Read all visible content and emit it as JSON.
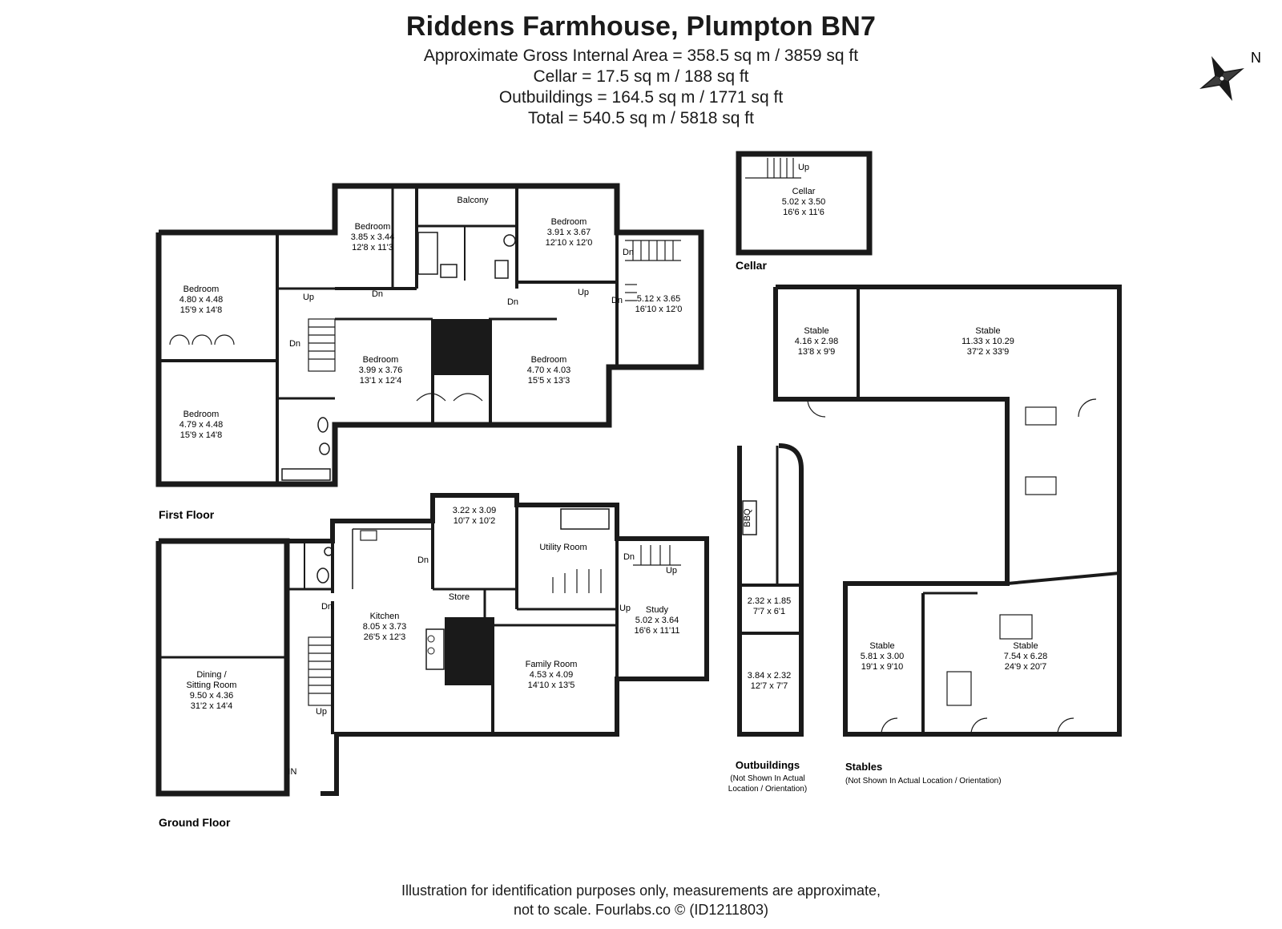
{
  "header": {
    "title": "Riddens Farmhouse, Plumpton BN7",
    "gross_area": "Approximate Gross Internal Area = 358.5 sq m / 3859 sq ft",
    "cellar_area": "Cellar = 17.5 sq m / 188 sq ft",
    "outbuildings_area": "Outbuildings = 164.5 sq m / 1771 sq ft",
    "total_area": "Total  = 540.5 sq m / 5818 sq ft"
  },
  "compass": {
    "label": "N"
  },
  "floors": {
    "first_floor": "First Floor",
    "ground_floor": "Ground Floor",
    "cellar": "Cellar",
    "outbuildings": "Outbuildings",
    "outbuildings_note_1": "(Not Shown In Actual",
    "outbuildings_note_2": "Location / Orientation)",
    "stables": "Stables",
    "stables_note": "(Not Shown In Actual Location / Orientation)"
  },
  "rooms": {
    "ff_bed_nw": [
      "Bedroom",
      "4.80 x 4.48",
      "15'9 x 14'8"
    ],
    "ff_bed_sw": [
      "Bedroom",
      "4.79 x 4.48",
      "15'9 x 14'8"
    ],
    "ff_bed_n1": [
      "Bedroom",
      "3.85 x 3.44",
      "12'8 x 11'3"
    ],
    "ff_bed_n2": [
      "Bedroom",
      "3.91 x 3.67",
      "12'10 x 12'0"
    ],
    "ff_bed_c1": [
      "Bedroom",
      "3.99 x 3.76",
      "13'1 x 12'4"
    ],
    "ff_bed_c2": [
      "Bedroom",
      "4.70 x 4.03",
      "15'5 x 13'3"
    ],
    "ff_room_e": [
      "5.12 x 3.65",
      "16'10 x 12'0"
    ],
    "balcony": "Balcony",
    "cellar": [
      "Cellar",
      "5.02 x 3.50",
      "16'6 x 11'6"
    ],
    "gf_dining": [
      "Dining /",
      "Sitting Room",
      "9.50 x 4.36",
      "31'2 x 14'4"
    ],
    "gf_kitchen": [
      "Kitchen",
      "8.05 x 3.73",
      "26'5 x 12'3"
    ],
    "gf_room_n": [
      "3.22 x 3.09",
      "10'7 x 10'2"
    ],
    "gf_utility": "Utility Room",
    "gf_store": "Store",
    "gf_study": [
      "Study",
      "5.02 x 3.64",
      "16'6 x 11'11"
    ],
    "gf_family": [
      "Family Room",
      "4.53 x 4.09",
      "14'10 x 13'5"
    ],
    "ob_bbq": "BBQ",
    "ob_room1": [
      "2.32 x 1.85",
      "7'7 x 6'1"
    ],
    "ob_room2": [
      "3.84 x 2.32",
      "12'7 x 7'7"
    ],
    "st_small": [
      "Stable",
      "4.16 x 2.98",
      "13'8 x 9'9"
    ],
    "st_large": [
      "Stable",
      "11.33 x 10.29",
      "37'2 x 33'9"
    ],
    "st_sw": [
      "Stable",
      "5.81 x 3.00",
      "19'1 x 9'10"
    ],
    "st_se": [
      "Stable",
      "7.54 x 6.28",
      "24'9 x 20'7"
    ]
  },
  "labels": {
    "up": "Up",
    "dn": "Dn",
    "in": "IN"
  },
  "footer": {
    "line1": "Illustration for identification purposes only, measurements are approximate,",
    "line2": "not to scale. Fourlabs.co © (ID1211803)"
  },
  "colors": {
    "wall": "#1a1a1a",
    "fill": "#ffffff",
    "stair": "#1a1a1a"
  }
}
